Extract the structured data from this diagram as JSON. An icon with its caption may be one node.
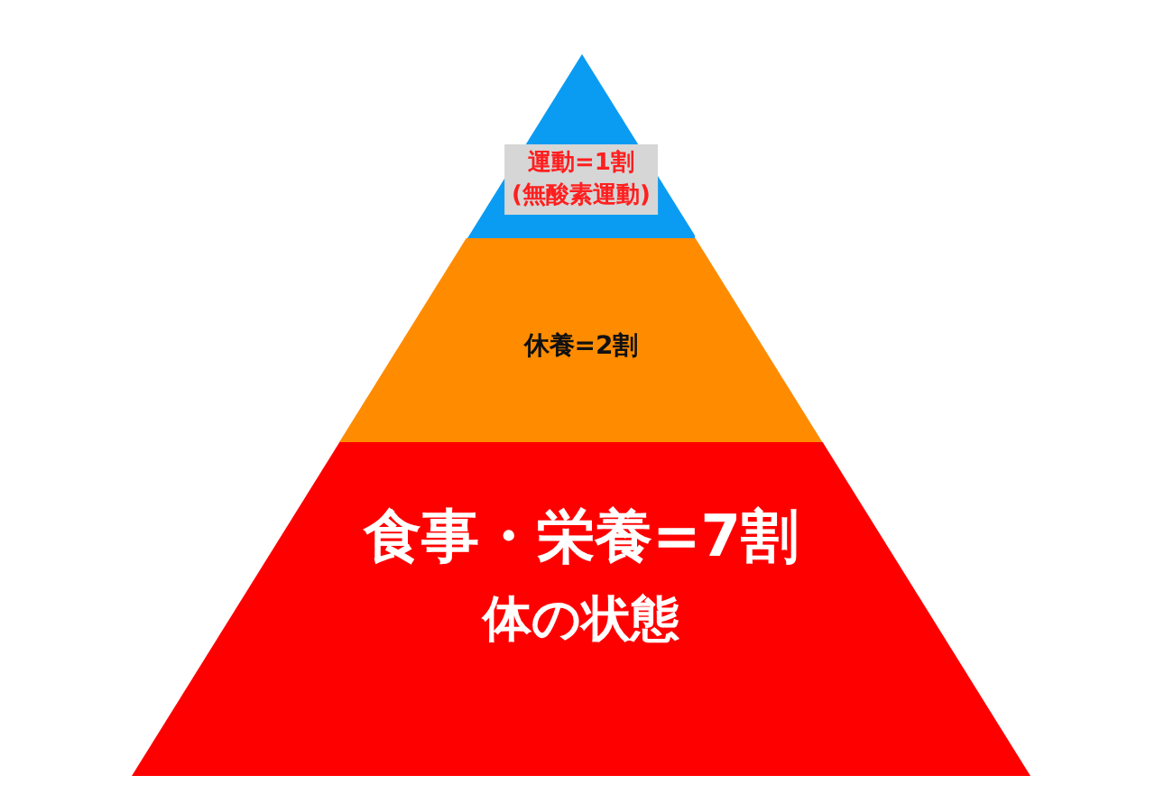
{
  "diagram": {
    "nodes": [
      {
        "text": [
          "運動=1割",
          "(無酸素運動)"
        ]
      },
      {
        "text": [
          "休養=2割"
        ]
      },
      {
        "text": [
          "食事・栄養=7割",
          "体の状態"
        ]
      }
    ]
  }
}
